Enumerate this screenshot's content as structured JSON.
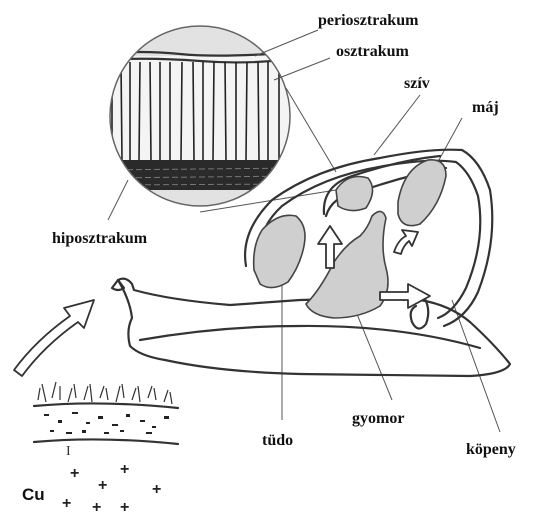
{
  "labels": {
    "periostracum": "periosztrakum",
    "ostracum": "osztrakum",
    "heart": "szív",
    "liver": "máj",
    "hypostracum": "hiposztrakum",
    "lung": "tüdo",
    "stomach": "gyomor",
    "mantle": "köpeny"
  },
  "copper": {
    "symbol": "Cu",
    "cursor_mark": "I"
  },
  "colors": {
    "line": "#333333",
    "organ_fill": "#cfcfcf",
    "background": "#ffffff"
  }
}
